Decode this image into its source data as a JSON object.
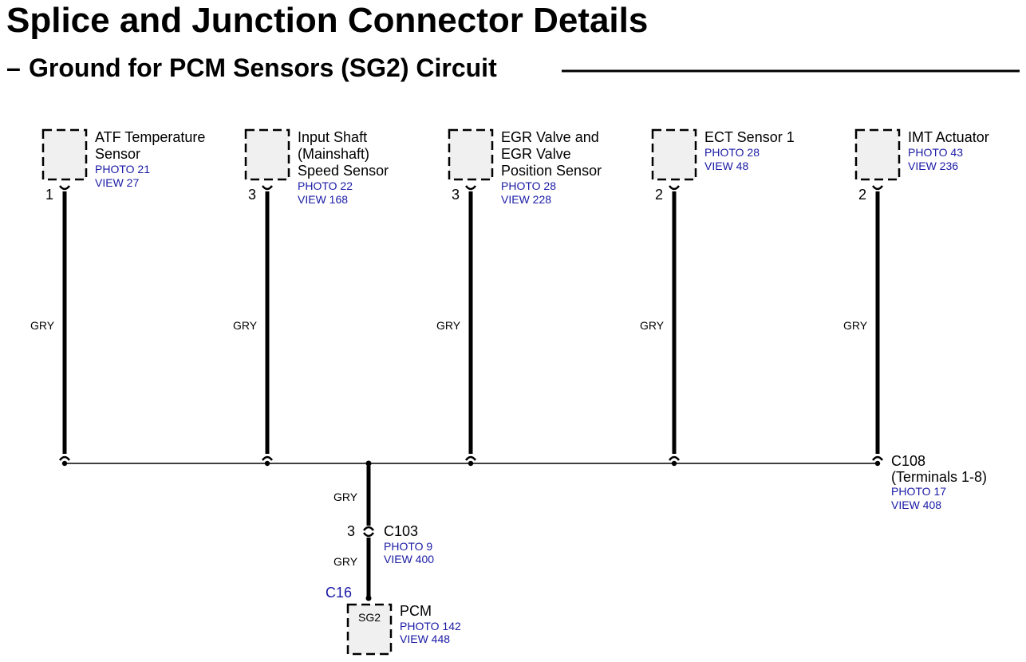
{
  "title": "Splice and Junction Connector Details",
  "subtitle_dash": "–",
  "subtitle": "Ground for PCM Sensors (SG2) Circuit",
  "wire_color": "GRY",
  "components": [
    {
      "name_lines": [
        "ATF Temperature",
        "Sensor"
      ],
      "pin": "1",
      "photo": "PHOTO 21",
      "view": "VIEW 27"
    },
    {
      "name_lines": [
        "Input Shaft",
        "(Mainshaft)",
        "Speed Sensor"
      ],
      "pin": "3",
      "photo": "PHOTO 22",
      "view": "VIEW 168"
    },
    {
      "name_lines": [
        "EGR Valve and",
        "EGR Valve",
        "Position Sensor"
      ],
      "pin": "3",
      "photo": "PHOTO 28",
      "view": "VIEW 228"
    },
    {
      "name_lines": [
        "ECT Sensor 1"
      ],
      "pin": "2",
      "photo": "PHOTO 28",
      "view": "VIEW 48"
    },
    {
      "name_lines": [
        "IMT Actuator"
      ],
      "pin": "2",
      "photo": "PHOTO 43",
      "view": "VIEW 236"
    }
  ],
  "junction": {
    "name": "C108",
    "detail": "(Terminals 1-8)",
    "photo": "PHOTO 17",
    "view": "VIEW 408"
  },
  "inline_connector": {
    "name": "C103",
    "pin": "3",
    "photo": "PHOTO 9",
    "view": "VIEW 400"
  },
  "pcm": {
    "name": "PCM",
    "terminal": "SG2",
    "connector": "C16",
    "photo": "PHOTO 142",
    "view": "VIEW 448"
  },
  "colors": {
    "link_blue": "#1a1aa6",
    "connector_fill": "#f0f0f0"
  }
}
